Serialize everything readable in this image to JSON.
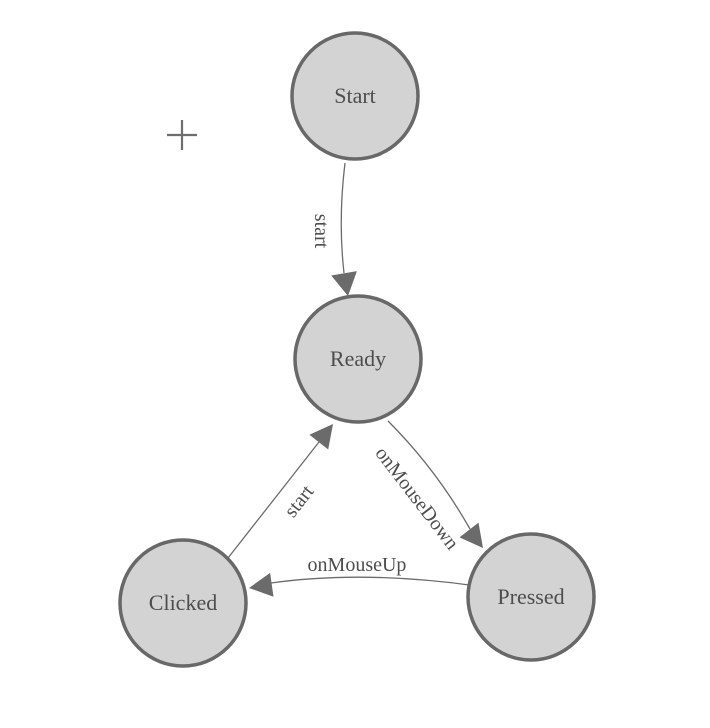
{
  "diagram": {
    "type": "finite-state-machine",
    "colors": {
      "background": "#ffffff",
      "node_fill": "#d3d3d3",
      "node_border": "#686868",
      "edge": "#6b6b6b",
      "label": "#4d4d4d"
    },
    "nodes": [
      {
        "id": "start",
        "label": "Start"
      },
      {
        "id": "ready",
        "label": "Ready"
      },
      {
        "id": "clicked",
        "label": "Clicked"
      },
      {
        "id": "pressed",
        "label": "Pressed"
      }
    ],
    "edges": [
      {
        "from": "Start",
        "to": "Ready",
        "label": "start"
      },
      {
        "from": "Clicked",
        "to": "Ready",
        "label": "start"
      },
      {
        "from": "Ready",
        "to": "Pressed",
        "label": "onMouseDown"
      },
      {
        "from": "Pressed",
        "to": "Clicked",
        "label": "onMouseUp"
      }
    ]
  }
}
